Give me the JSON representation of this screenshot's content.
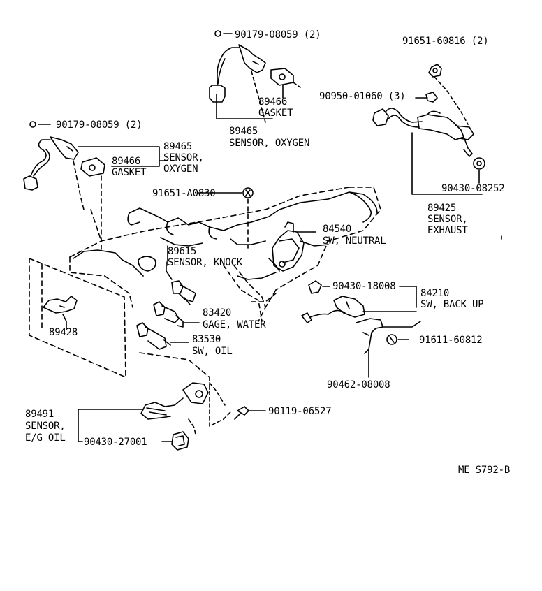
{
  "labels": {
    "p_90179_top": "90179-08059 (2)",
    "p_91651_60816": "91651-60816 (2)",
    "p_90950": "90950-01060 (3)",
    "p_89466_top": "89466",
    "gasket_top": "GASKET",
    "p_89465_top": "89465",
    "sensor_oxygen_top": "SENSOR, OXYGEN",
    "p_90179_left": "90179-08059 (2)",
    "p_89465_left": "89465",
    "sensor_left": "SENSOR,",
    "oxygen_left": "OXYGEN",
    "p_89466_left": "89466",
    "gasket_left": "GASKET",
    "p_91651_a0830": "91651-A0830",
    "p_90430_08252": "90430-08252",
    "p_89425": "89425",
    "sensor_exhaust_1": "SENSOR,",
    "sensor_exhaust_2": "EXHAUST",
    "p_84540": "84540",
    "sw_neutral": "SW, NEUTRAL",
    "p_89615": "89615",
    "sensor_knock": "SENSOR, KNOCK",
    "p_90430_18008": "90430-18008",
    "p_84210": "84210",
    "sw_back_up": "SW, BACK UP",
    "p_83420": "83420",
    "gage_water": "GAGE, WATER",
    "p_89428": "89428",
    "p_83530": "83530",
    "sw_oil": "SW, OIL",
    "p_91611": "91611-60812",
    "p_90462": "90462-08008",
    "p_90119": "90119-06527",
    "p_89491": "89491",
    "sensor_eg_1": "SENSOR,",
    "sensor_eg_2": "E/G OIL",
    "p_90430_27001": "90430-27001",
    "ref_code": "ME  S792-B"
  }
}
